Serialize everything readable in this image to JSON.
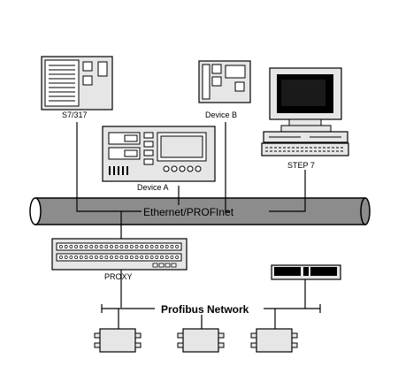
{
  "diagram": {
    "nodes": {
      "s7": {
        "label": "S7/317",
        "icon": "plc-rack-icon"
      },
      "device_b": {
        "label": "Device B",
        "icon": "controller-icon"
      },
      "step7": {
        "label": "STEP 7",
        "icon": "pc-workstation-icon"
      },
      "device_a": {
        "label": "Device A",
        "icon": "operator-panel-icon"
      },
      "proxy": {
        "label": "PROXY",
        "icon": "io-terminal-icon"
      },
      "profibus_master": {
        "icon": "profibus-module-icon"
      },
      "slave_1": {
        "icon": "io-box-icon"
      },
      "slave_2": {
        "icon": "io-box-icon"
      },
      "slave_3": {
        "icon": "io-box-icon"
      }
    },
    "buses": {
      "ethernet": {
        "label": "Ethernet/PROFInet"
      },
      "profibus": {
        "label": "Profibus Network"
      }
    },
    "colors": {
      "line": "#000000",
      "device_fill": "#e6e6e6",
      "bus_fill": "#888888",
      "screen": "#000000"
    }
  }
}
